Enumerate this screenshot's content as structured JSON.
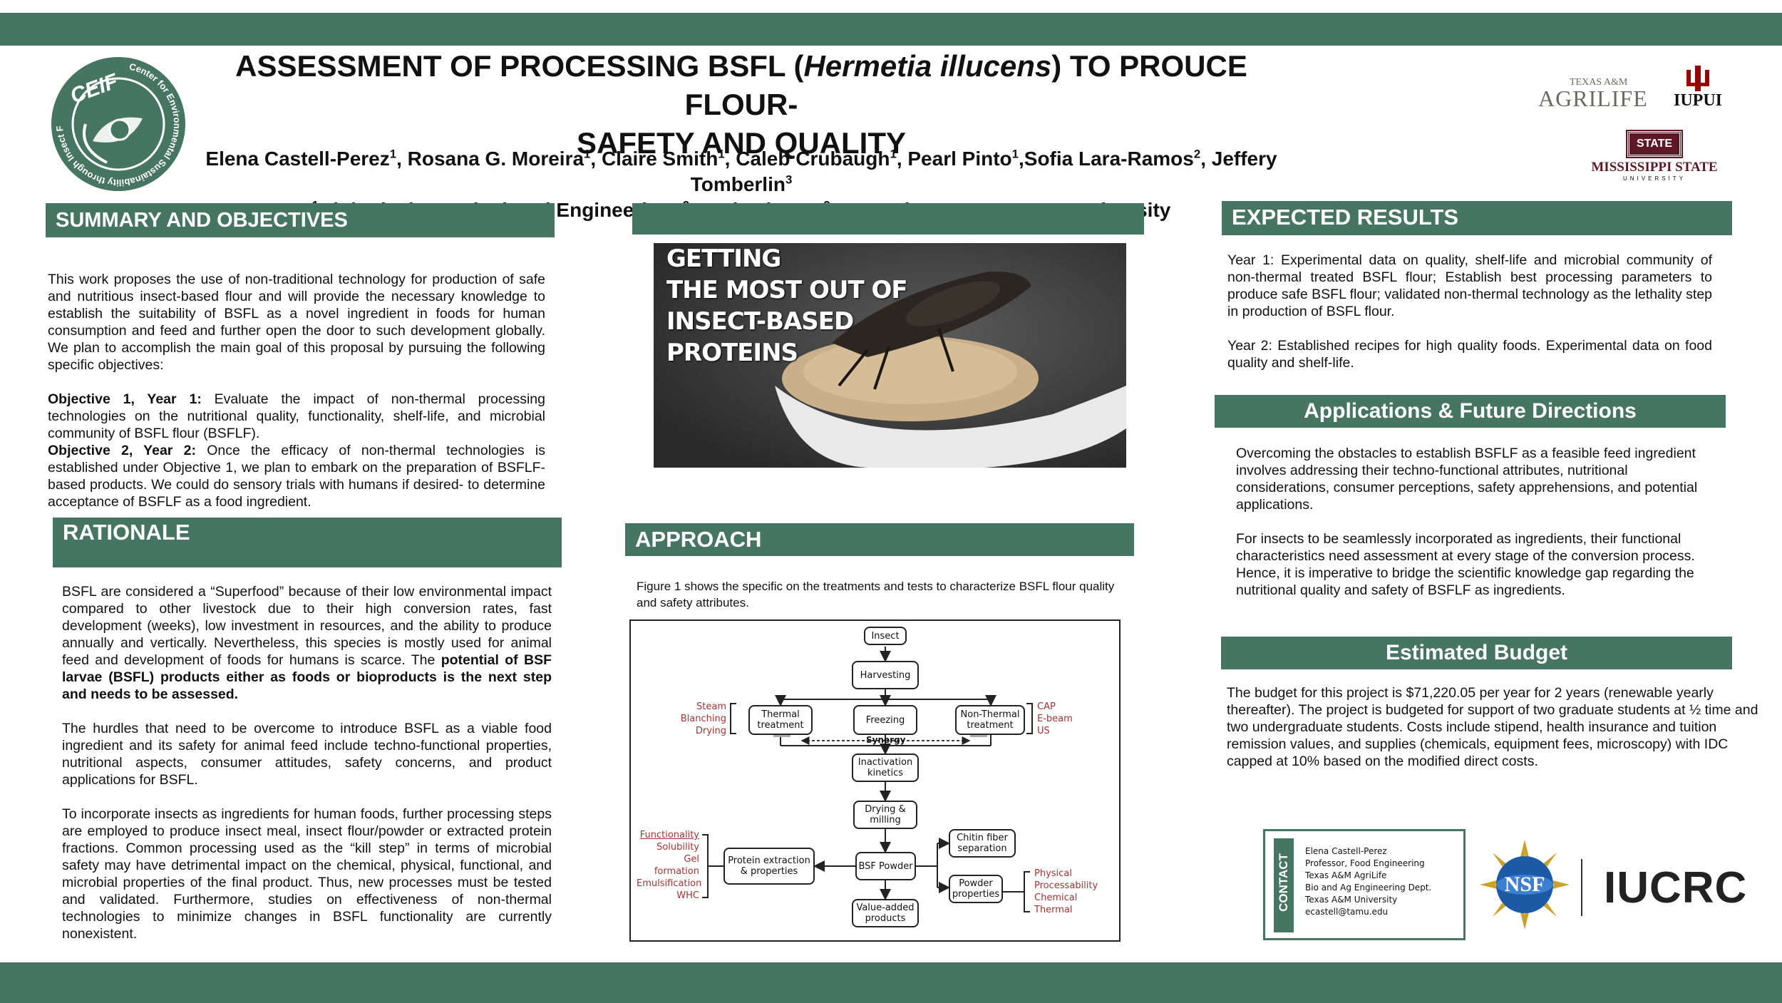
{
  "title": {
    "line1_pre": "ASSESSMENT OF PROCESSING BSFL (",
    "line1_italic": "Hermetia illucens",
    "line1_post": ") TO PROUCE FLOUR-",
    "line2": "SAFETY AND QUALITY"
  },
  "authors": {
    "a1": "Elena Castell-Perez",
    "a2": ", Rosana G. Moreira",
    "a3": ", Claire Smith",
    "a4": ", Caleb Crubaugh",
    "a5": ", Pearl Pinto",
    "a6": ",Sofia Lara-Ramos",
    "a7": ", Jeffery Tomberlin",
    "s1": "1",
    "s2": "2",
    "s3": "3",
    "aff1": "Biological & Agricultural Engineering, ",
    "aff2": "Food science",
    "aff_sep": ", ",
    "aff3": "Entomology - Texas A&M University"
  },
  "logos": {
    "ceif_initials": "CEIF",
    "ceif_ring": "Center for Environmental Sustainability through Insect Farming",
    "tamu_small": "TEXAS A&M",
    "tamu_big": "AGRILIFE",
    "iupui": "IUPUI",
    "msstate_state": "STATE",
    "msstate_name": "MISSISSIPPI STATE",
    "msstate_univ": "UNIVERSITY",
    "nsf": "NSF",
    "iucrc": "IUCRC"
  },
  "summary": {
    "heading": "SUMMARY AND OBJECTIVES",
    "intro": "This work proposes the use of non-traditional technology for production of safe and nutritious insect-based flour and will provide the necessary knowledge to establish the suitability of BSFL as a novel ingredient in foods for human consumption and feed and further open the door to such development globally. We plan to accomplish the main goal of this proposal by pursuing the following specific objectives:",
    "obj1_label": "Objective 1, Year 1:",
    "obj1_text": " Evaluate the impact of non-thermal processing technologies on the nutritional quality, functionality, shelf-life, and microbial community of BSFL flour (BSFLF).",
    "obj2_label": "Objective 2, Year 2:",
    "obj2_text": " Once the efficacy of non-thermal technologies is established under Objective 1, we plan to embark on the preparation of BSFLF-based products. We could do sensory trials with humans if desired- to determine acceptance of BSFLF as a food ingredient."
  },
  "rationale": {
    "heading": "RATIONALE",
    "p1_pre": "BSFL are considered a “Superfood” because of their low environmental impact compared to other livestock due to their high conversion rates, fast development (weeks), low investment in resources, and the ability to produce annually and vertically. Nevertheless, this species is mostly used for animal feed and development of foods for humans is scarce. The ",
    "p1_bold": "potential of BSF larvae (BSFL) products either as foods or bioproducts is the next step and needs to be assessed.",
    "p2": "The hurdles that need to be overcome to introduce BSFL as a viable food ingredient and its safety for animal feed include techno-functional properties, nutritional aspects, consumer attitudes, safety concerns, and product applications for BSFL.",
    "p3": "To incorporate insects as ingredients for human foods, further processing steps are employed to produce insect meal, insect flour/powder or extracted protein fractions. Common processing used as the “kill step” in terms of microbial safety may have detrimental impact on the chemical, physical, functional, and microbial properties of the final product. Thus, new processes must be tested and validated. Furthermore, studies on effectiveness of non-thermal technologies to minimize changes in BSFL functionality are currently nonexistent."
  },
  "center": {
    "banner_lines": [
      "GETTING",
      "THE MOST OUT OF",
      "INSECT-BASED",
      "PROTEINS"
    ],
    "approach_heading": "APPROACH",
    "figure_caption": "Figure 1 shows the specific on the treatments and tests to characterize BSFL flour quality and safety attributes."
  },
  "flowchart": {
    "insect": "Insect",
    "harvesting": "Harvesting",
    "thermal": "Thermal treatment",
    "freezing": "Freezing",
    "nonthermal": "Non-Thermal treatment",
    "synergy": "Synergy",
    "inactivation": "Inactivation kinetics",
    "drying": "Drying & milling",
    "bsf_powder": "BSF Powder",
    "protein": "Protein extraction & properties",
    "chitin": "Chitin fiber separation",
    "powder_props": "Powder properties",
    "value_added": "Value-added products",
    "thermal_methods": [
      "Steam",
      "Blanching",
      "Drying"
    ],
    "nonthermal_methods": [
      "CAP",
      "E-beam",
      "US"
    ],
    "functionality": [
      "Functionality",
      "Solubility",
      "Gel formation",
      "Emulsification",
      "WHC"
    ],
    "powder_methods": [
      "Physical",
      "Processability",
      "Chemical",
      "Thermal"
    ]
  },
  "results": {
    "heading": "EXPECTED RESULTS",
    "p1": "Year 1: Experimental data on quality, shelf-life and microbial community of non-thermal treated BSFL flour; Establish best processing parameters to produce safe BSFL flour; validated non-thermal technology as the lethality step in production of BSFL flour.",
    "p2": "Year 2: Established recipes for high quality foods. Experimental data on food quality and shelf-life."
  },
  "applications": {
    "heading": "Applications & Future Directions",
    "p1": "Overcoming the obstacles to establish BSFLF as a feasible feed ingredient involves addressing their techno-functional attributes, nutritional considerations, consumer perceptions, safety apprehensions, and potential applications.",
    "p2": "For insects to be seamlessly incorporated as ingredients, their functional characteristics need assessment at every stage of the conversion process. Hence, it is imperative to bridge the scientific knowledge gap regarding the nutritional quality and safety of BSFLF as ingredients."
  },
  "budget": {
    "heading": "Estimated Budget",
    "text": "The budget for this project is $71,220.05 per year for 2 years (renewable yearly thereafter). The project is budgeted for support of two graduate students at ½ time and two undergraduate students. Costs include stipend, health  insurance and tuition remission values, and supplies (chemicals, equipment fees, microscopy) with IDC capped at 10% based on the modified direct costs."
  },
  "contact": {
    "label": "CONTACT",
    "lines": [
      "Elena Castell-Perez",
      "Professor, Food Engineering",
      "Texas A&M AgriLife",
      "Bio and Ag Engineering Dept.",
      "Texas A&M University",
      "ecastell@tamu.edu"
    ]
  },
  "colors": {
    "band": "#477564",
    "accent_red": "#a33333",
    "iu_red": "#990000",
    "msu_maroon": "#5d1725"
  }
}
